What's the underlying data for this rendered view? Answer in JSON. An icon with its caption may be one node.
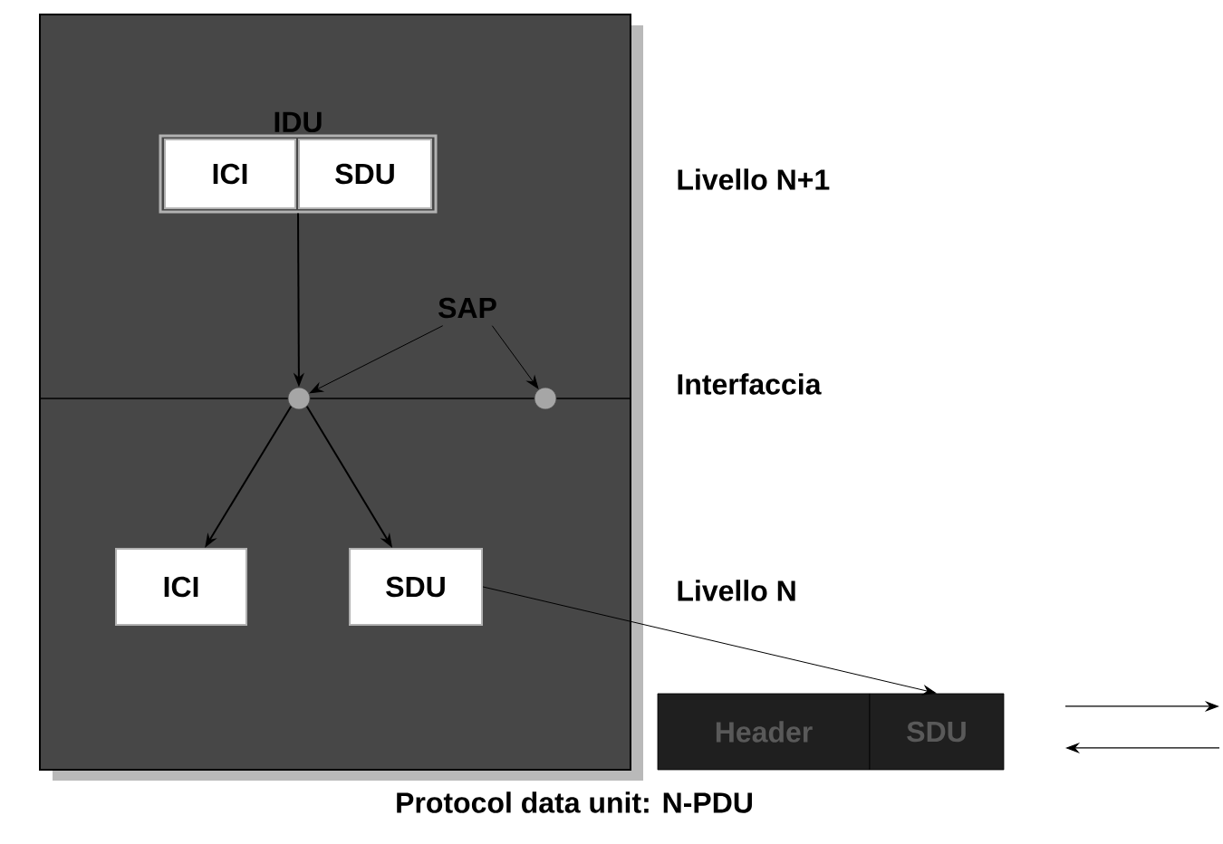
{
  "diagram": {
    "caption": "Protocol data unit: N-PDU",
    "nodes": [
      {
        "text": [],
        "shape": "box"
      },
      {
        "text": [
          "IDU"
        ],
        "in": 0
      },
      {
        "text": [
          "ICI"
        ],
        "in": 1
      },
      {
        "text": [
          "SDU"
        ],
        "in": 1
      },
      {
        "text": [
          "SAP"
        ],
        "in": 0
      },
      {
        "text": [],
        "shape": "circle",
        "in": 0
      },
      {
        "text": [],
        "shape": "circle",
        "in": 0
      },
      {
        "text": [
          "ICI"
        ],
        "in": 0
      },
      {
        "text": [
          "SDU"
        ],
        "in": 0
      },
      {
        "text": [
          "Header"
        ]
      },
      {
        "text": [
          "SDU"
        ]
      }
    ],
    "edges": [
      {
        "from": 1,
        "to": 5,
        "arrow": "to"
      },
      {
        "from": 4,
        "to": 5,
        "arrow": "to"
      },
      {
        "from": 4,
        "to": 6,
        "arrow": "to"
      },
      {
        "from": 5,
        "to": 7,
        "arrow": "to"
      },
      {
        "from": 5,
        "to": 8,
        "arrow": "to"
      },
      {
        "from": 8,
        "to": 10,
        "arrow": "to"
      }
    ],
    "labels": [
      "Livello N+1",
      "Interfaccia",
      "Livello N"
    ]
  }
}
